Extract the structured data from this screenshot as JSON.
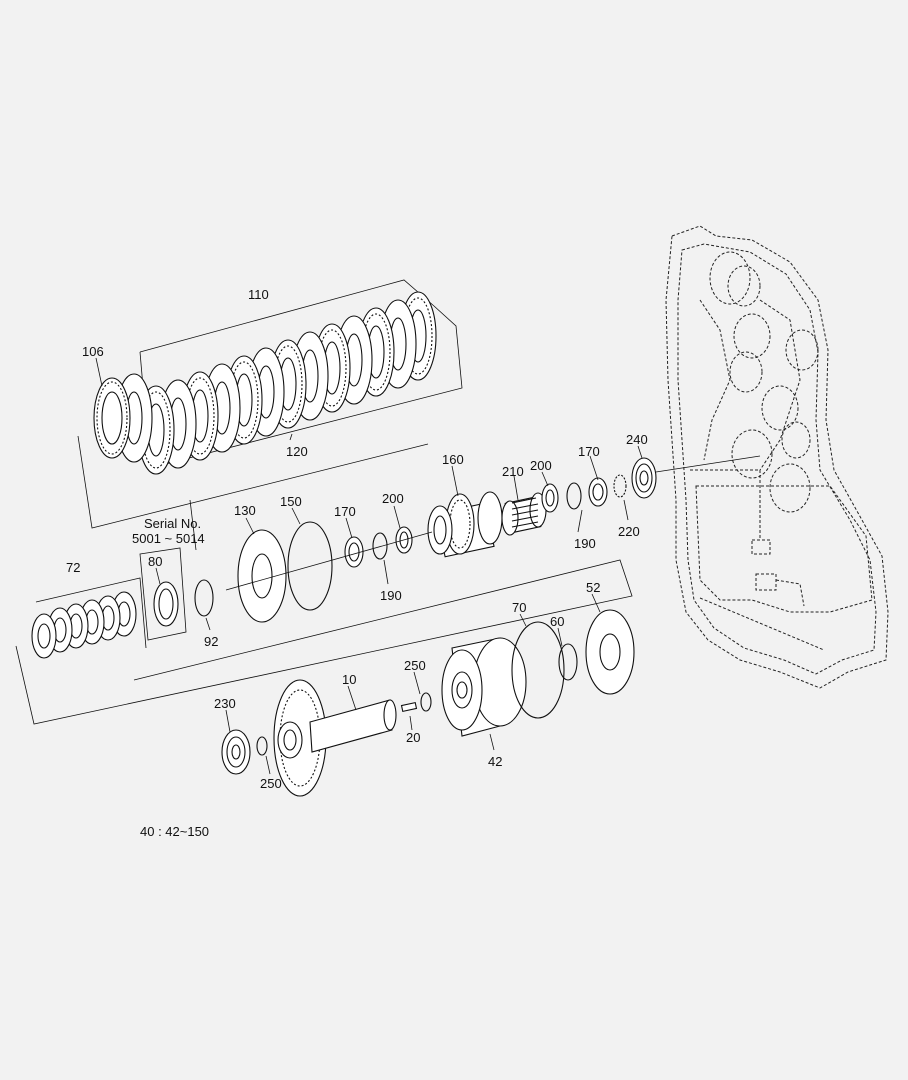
{
  "serial_note": {
    "line1": "Serial No.",
    "line2": "5001 ~ 5014"
  },
  "footnote": "40 : 42~150",
  "part_labels": [
    {
      "id": "p110",
      "text": "110"
    },
    {
      "id": "p106",
      "text": "106"
    },
    {
      "id": "p120",
      "text": "120"
    },
    {
      "id": "p160",
      "text": "160"
    },
    {
      "id": "p210",
      "text": "210"
    },
    {
      "id": "p200a",
      "text": "200"
    },
    {
      "id": "p170a",
      "text": "170"
    },
    {
      "id": "p240",
      "text": "240"
    },
    {
      "id": "p190a",
      "text": "190"
    },
    {
      "id": "p220",
      "text": "220"
    },
    {
      "id": "p130",
      "text": "130"
    },
    {
      "id": "p150",
      "text": "150"
    },
    {
      "id": "p170b",
      "text": "170"
    },
    {
      "id": "p200b",
      "text": "200"
    },
    {
      "id": "p190b",
      "text": "190"
    },
    {
      "id": "p72",
      "text": "72"
    },
    {
      "id": "p80",
      "text": "80"
    },
    {
      "id": "p92",
      "text": "92"
    },
    {
      "id": "p70",
      "text": "70"
    },
    {
      "id": "p52",
      "text": "52"
    },
    {
      "id": "p60",
      "text": "60"
    },
    {
      "id": "p250a",
      "text": "250"
    },
    {
      "id": "p10",
      "text": "10"
    },
    {
      "id": "p230",
      "text": "230"
    },
    {
      "id": "p20",
      "text": "20"
    },
    {
      "id": "p42",
      "text": "42"
    },
    {
      "id": "p250b",
      "text": "250"
    }
  ]
}
